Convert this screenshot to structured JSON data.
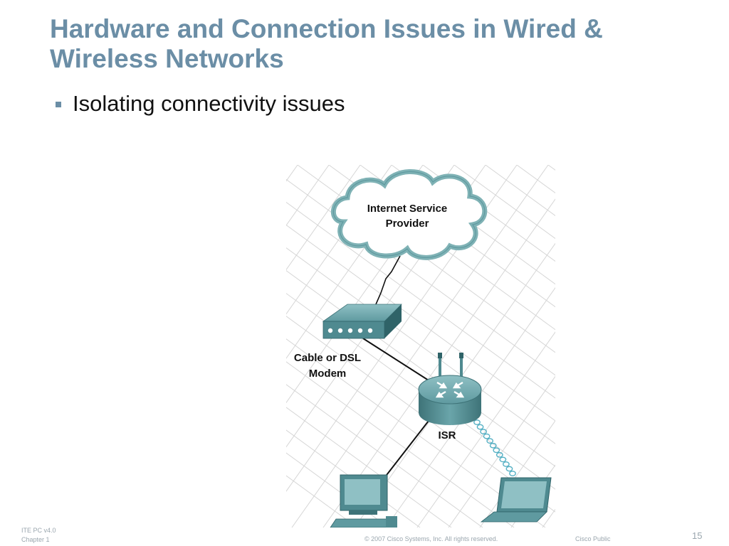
{
  "slide": {
    "title_line1": "Hardware and Connection Issues in Wired &",
    "title_line2": "Wireless Networks",
    "bullets": [
      "Isolating connectivity issues"
    ]
  },
  "diagram": {
    "cloud_label_line1": "Internet Service",
    "cloud_label_line2": "Provider",
    "modem_label_line1": "Cable or DSL",
    "modem_label_line2": "Modem",
    "router_label": "ISR",
    "icons": [
      "cloud-icon",
      "modem-icon",
      "router-icon",
      "desktop-computer-icon",
      "laptop-icon"
    ],
    "colors": {
      "device": "#5f9aa0",
      "device_dark": "#3e7378",
      "cloud_fill": "#ffffff",
      "cloud_stroke": "#7fb2b5",
      "grid": "#d6d6d6"
    }
  },
  "footer": {
    "course": "ITE PC v4.0",
    "chapter": "Chapter 1",
    "copyright": "© 2007 Cisco Systems, Inc. All rights reserved.",
    "classification": "Cisco Public",
    "page_number": "15"
  },
  "theme": {
    "title_color": "#6b8ea6",
    "footer_color": "#9aa6ae"
  }
}
